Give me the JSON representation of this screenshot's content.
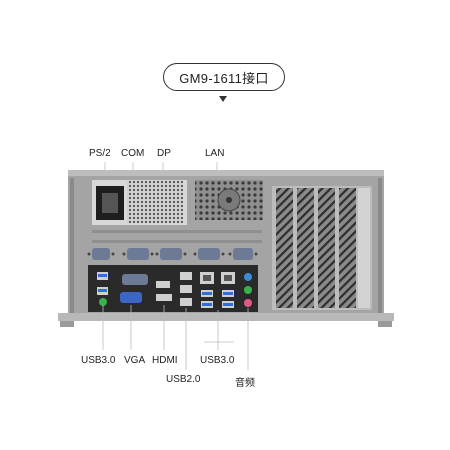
{
  "title": "GM9-1611接口",
  "top_labels": {
    "ps2": "PS/2",
    "com": "COM",
    "dp": "DP",
    "lan": "LAN"
  },
  "bottom_labels": {
    "usb30_left": "USB3.0",
    "vga": "VGA",
    "hdmi": "HDMI",
    "usb30_right": "USB3.0",
    "usb20": "USB2.0",
    "audio": "音频"
  },
  "colors": {
    "chassis": "#9a9a9a",
    "panel": "#2a2a2a",
    "usb3": "#2f6fd6",
    "audio_green": "#36b34a",
    "audio_pink": "#e35a8a",
    "audio_blue": "#3b8bd6",
    "psu": "#e8e8e8"
  }
}
